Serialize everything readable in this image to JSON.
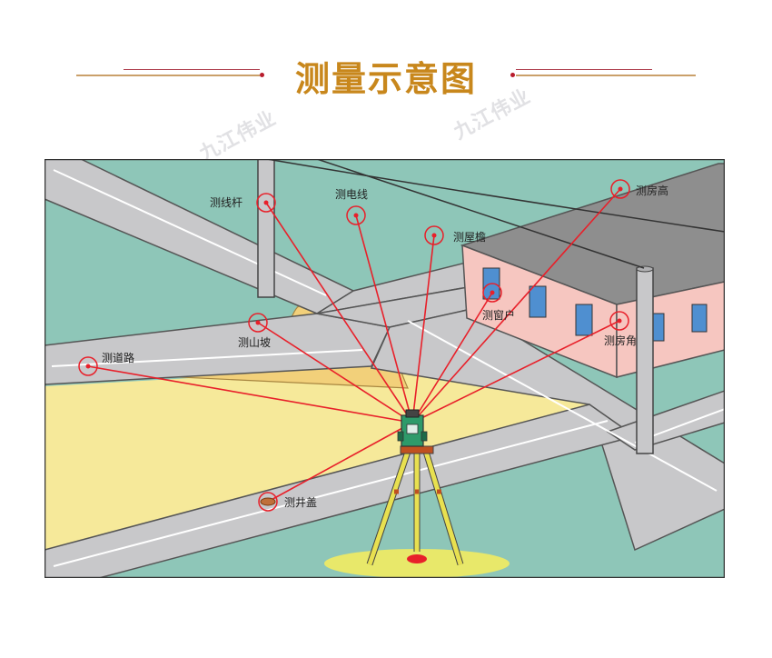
{
  "title": "测量示意图",
  "watermark": "九江伟业",
  "labels": {
    "pole": "测线杆",
    "wire": "测电线",
    "eaves": "测屋檐",
    "house_height": "测房高",
    "window": "测窗户",
    "house_corner": "测房角",
    "slope": "测山坡",
    "road": "测道路",
    "manhole": "测井盖"
  },
  "colors": {
    "title": "#c8871c",
    "sight_line": "#e8202a",
    "ground": "#8ec6b8",
    "road": "#c8c8ca",
    "sand": "#f6e99a",
    "wall": "#f6c6c0",
    "roof": "#8e8e8e",
    "window": "#4f8fd0"
  },
  "icons": [
    "total-station-icon",
    "tripod-icon",
    "target-circle-icon",
    "manhole-cover-icon"
  ]
}
